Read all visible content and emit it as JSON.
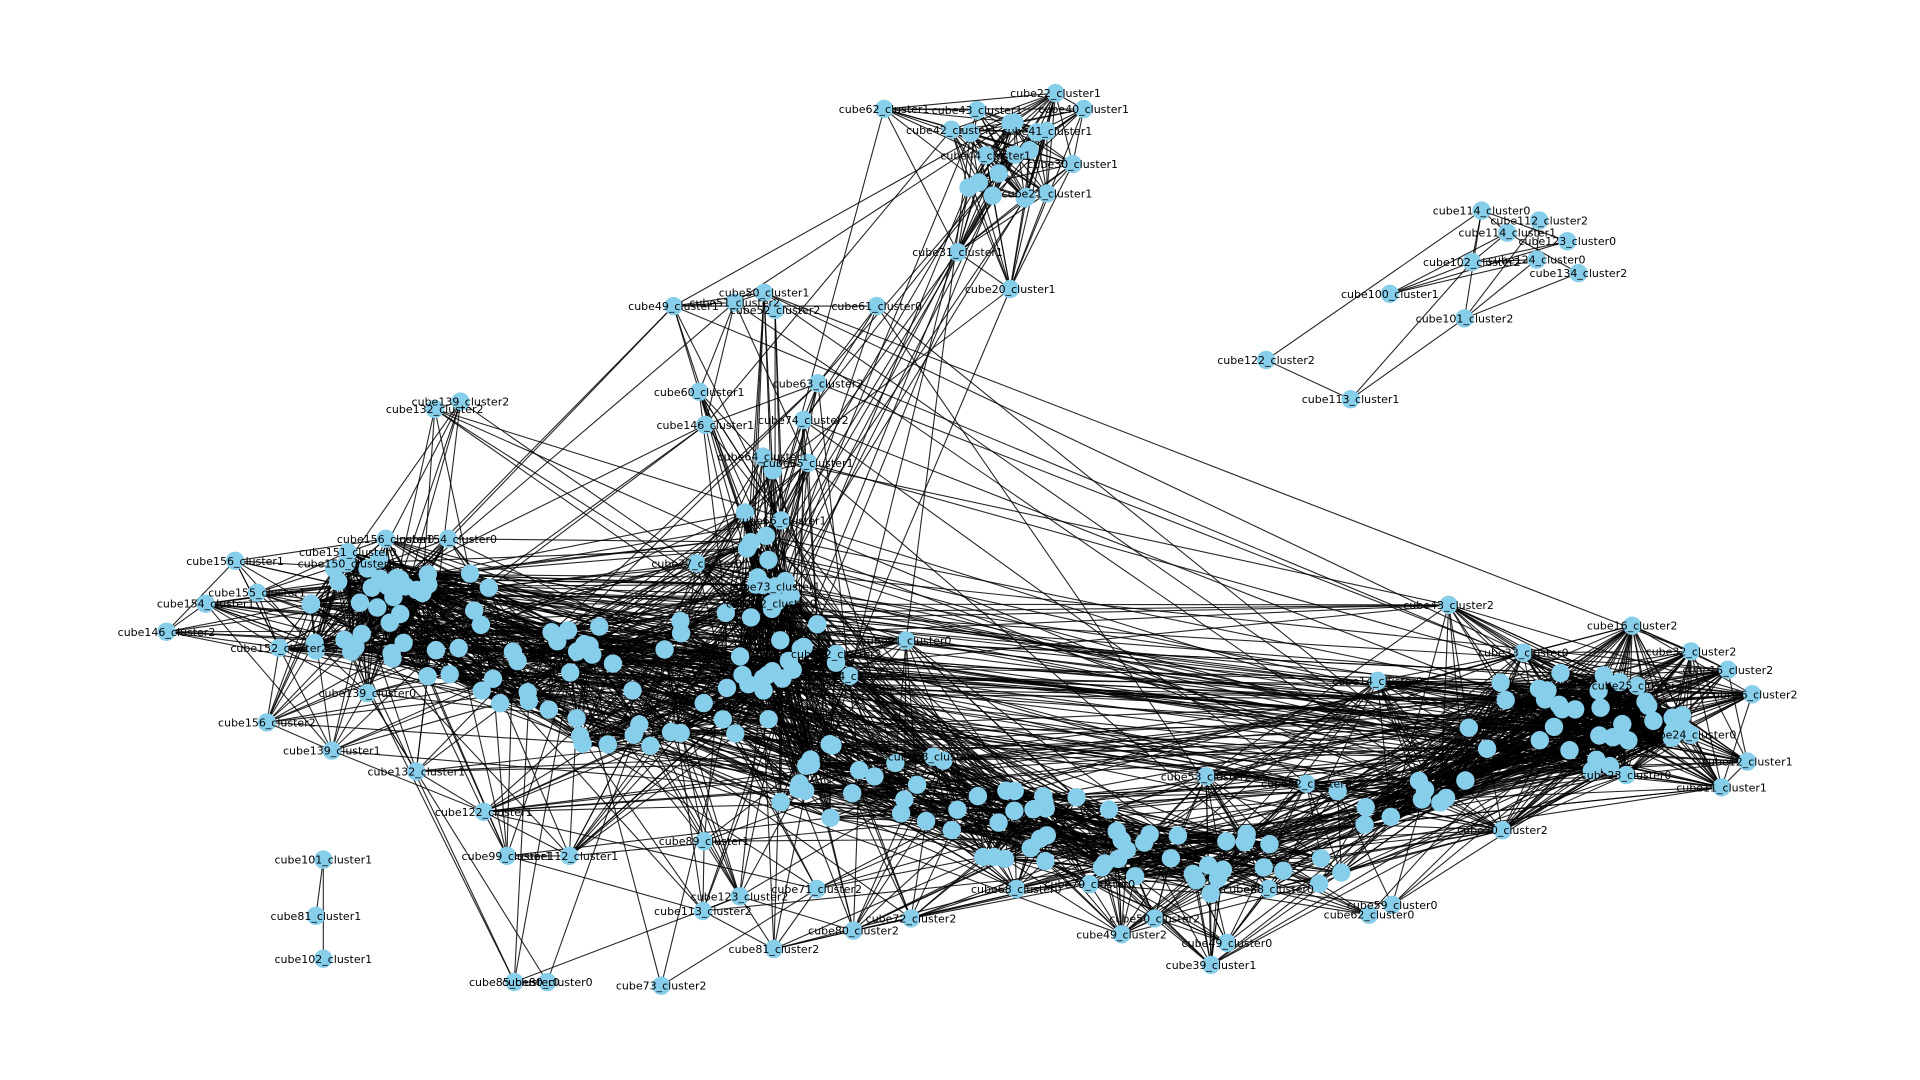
{
  "colors": {
    "node": "#87ceeb",
    "edge": "#000000",
    "background": "#ffffff"
  },
  "graph": {
    "nodes": [
      {
        "id": "cube62_cluster1",
        "label": "cube62_cluster1"
      },
      {
        "id": "cube22_cluster1",
        "label": "cube22_cluster1"
      },
      {
        "id": "cube43_cluster1",
        "label": "cube43_cluster1"
      },
      {
        "id": "cube42_cluster1",
        "label": "cube42_cluster1"
      },
      {
        "id": "cube40_cluster1",
        "label": "cube40_cluster1"
      },
      {
        "id": "cube41_cluster1",
        "label": "cube41_cluster1"
      },
      {
        "id": "cube44_cluster1",
        "label": "cube44_cluster1"
      },
      {
        "id": "cube30_cluster1",
        "label": "cube30_cluster1"
      },
      {
        "id": "cube21_cluster1",
        "label": "cube21_cluster1"
      },
      {
        "id": "cube31_cluster1",
        "label": "cube31_cluster1"
      },
      {
        "id": "cube20_cluster1",
        "label": "cube20_cluster1"
      },
      {
        "id": "cube50_cluster1",
        "label": "cube50_cluster1"
      },
      {
        "id": "cube51_cluster2",
        "label": "cube51_cluster2"
      },
      {
        "id": "cube49_cluster1",
        "label": "cube49_cluster1"
      },
      {
        "id": "cube52_cluster2",
        "label": "cube52_cluster2"
      },
      {
        "id": "cube61_cluster0",
        "label": "cube61_cluster0"
      },
      {
        "id": "cube60_cluster1",
        "label": "cube60_cluster1"
      },
      {
        "id": "cube63_cluster2",
        "label": "cube63_cluster2"
      },
      {
        "id": "cube146_cluster1",
        "label": "cube146_cluster1"
      },
      {
        "id": "cube74_cluster2",
        "label": "cube74_cluster2"
      },
      {
        "id": "cube64_cluster1",
        "label": "cube64_cluster1"
      },
      {
        "id": "cube65_cluster1",
        "label": "cube65_cluster1"
      },
      {
        "id": "cube66_cluster1",
        "label": "cube66_cluster1"
      },
      {
        "id": "cube132_cluster2",
        "label": "cube132_cluster2"
      },
      {
        "id": "cube139_cluster2",
        "label": "cube139_cluster2"
      },
      {
        "id": "cube156_cluster0",
        "label": "cube156_cluster0"
      },
      {
        "id": "cube154_cluster0",
        "label": "cube154_cluster0"
      },
      {
        "id": "cube156_cluster1",
        "label": "cube156_cluster1"
      },
      {
        "id": "cube151_cluster0",
        "label": "cube151_cluster0"
      },
      {
        "id": "cube150_cluster0",
        "label": "cube150_cluster0"
      },
      {
        "id": "cube155_cluster1",
        "label": "cube155_cluster1"
      },
      {
        "id": "cube154_cluster1",
        "label": "cube154_cluster1"
      },
      {
        "id": "cube146_cluster2",
        "label": "cube146_cluster2"
      },
      {
        "id": "cube152_cluster2",
        "label": "cube152_cluster2"
      },
      {
        "id": "cube139_cluster0",
        "label": "cube139_cluster0"
      },
      {
        "id": "cube156_cluster2",
        "label": "cube156_cluster2"
      },
      {
        "id": "cube139_cluster1",
        "label": "cube139_cluster1"
      },
      {
        "id": "cube132_cluster1",
        "label": "cube132_cluster1"
      },
      {
        "id": "cube122_cluster1",
        "label": "cube122_cluster1"
      },
      {
        "id": "cube99_cluster1",
        "label": "cube99_cluster1"
      },
      {
        "id": "cube112_cluster1",
        "label": "cube112_cluster1"
      },
      {
        "id": "cube77_cluster0",
        "label": "cube77_cluster0"
      },
      {
        "id": "cube73_cluster1",
        "label": "cube73_cluster1"
      },
      {
        "id": "cube72_cluster0",
        "label": "cube72_cluster0"
      },
      {
        "id": "cube82_cluster2",
        "label": "cube82_cluster2"
      },
      {
        "id": "cube84_cluster1",
        "label": "cube84_cluster1"
      },
      {
        "id": "cube91_cluster0",
        "label": "cube91_cluster0"
      },
      {
        "id": "cube89_cluster1",
        "label": "cube89_cluster1"
      },
      {
        "id": "cube123_cluster2",
        "label": "cube123_cluster2"
      },
      {
        "id": "cube113_cluster2",
        "label": "cube113_cluster2"
      },
      {
        "id": "cube81_cluster2",
        "label": "cube81_cluster2"
      },
      {
        "id": "cube73_cluster2",
        "label": "cube73_cluster2"
      },
      {
        "id": "cube80_cluster2",
        "label": "cube80_cluster2"
      },
      {
        "id": "cube71_cluster2",
        "label": "cube71_cluster2"
      },
      {
        "id": "cube72_cluster2",
        "label": "cube72_cluster2"
      },
      {
        "id": "cube101_cluster1",
        "label": "cube101_cluster1"
      },
      {
        "id": "cube81_cluster1",
        "label": "cube81_cluster1"
      },
      {
        "id": "cube102_cluster1",
        "label": "cube102_cluster1"
      },
      {
        "id": "cube85_cluster0",
        "label": "cube85_cluster0"
      },
      {
        "id": "cube80_cluster0",
        "label": "cube80_cluster0"
      },
      {
        "id": "cube114_cluster0",
        "label": "cube114_cluster0"
      },
      {
        "id": "cube112_cluster2",
        "label": "cube112_cluster2"
      },
      {
        "id": "cube114_cluster1",
        "label": "cube114_cluster1"
      },
      {
        "id": "cube123_cluster0",
        "label": "cube123_cluster0"
      },
      {
        "id": "cube102_cluster2",
        "label": "cube102_cluster2"
      },
      {
        "id": "cube124_cluster0",
        "label": "cube124_cluster0"
      },
      {
        "id": "cube134_cluster2",
        "label": "cube134_cluster2"
      },
      {
        "id": "cube100_cluster1",
        "label": "cube100_cluster1"
      },
      {
        "id": "cube101_cluster2",
        "label": "cube101_cluster2"
      },
      {
        "id": "cube122_cluster2",
        "label": "cube122_cluster2"
      },
      {
        "id": "cube113_cluster1",
        "label": "cube113_cluster1"
      },
      {
        "id": "cube43_cluster2",
        "label": "cube43_cluster2"
      },
      {
        "id": "cube16_cluster2",
        "label": "cube16_cluster2"
      },
      {
        "id": "cube33_cluster0",
        "label": "cube33_cluster0"
      },
      {
        "id": "cube32_cluster2",
        "label": "cube32_cluster2"
      },
      {
        "id": "cube15_cluster2",
        "label": "cube15_cluster2"
      },
      {
        "id": "cube14_cluster0",
        "label": "cube14_cluster0"
      },
      {
        "id": "cube26_cluster2",
        "label": "cube26_cluster2"
      },
      {
        "id": "cube25_cluster2",
        "label": "cube25_cluster2"
      },
      {
        "id": "cube24_cluster0",
        "label": "cube24_cluster0"
      },
      {
        "id": "cube12_cluster1",
        "label": "cube12_cluster1"
      },
      {
        "id": "cube11_cluster1",
        "label": "cube11_cluster1"
      },
      {
        "id": "cube23_cluster0",
        "label": "cube23_cluster0"
      },
      {
        "id": "cube30_cluster2",
        "label": "cube30_cluster2"
      },
      {
        "id": "cube63_cluster0",
        "label": "cube63_cluster0"
      },
      {
        "id": "cube53_cluster2",
        "label": "cube53_cluster2"
      },
      {
        "id": "cube52_cluster0",
        "label": "cube52_cluster0"
      },
      {
        "id": "cube49_cluster2",
        "label": "cube49_cluster2"
      },
      {
        "id": "cube50_cluster2",
        "label": "cube50_cluster2"
      },
      {
        "id": "cube49_cluster0",
        "label": "cube49_cluster0"
      },
      {
        "id": "cube39_cluster1",
        "label": "cube39_cluster1"
      },
      {
        "id": "cube62_cluster0",
        "label": "cube62_cluster0"
      },
      {
        "id": "cube59_cluster0",
        "label": "cube59_cluster0"
      },
      {
        "id": "cube88_cluster0",
        "label": "cube88_cluster0"
      },
      {
        "id": "cube79_cluster0",
        "label": "cube79_cluster0"
      },
      {
        "id": "cube68_cluster0",
        "label": "cube68_cluster0"
      }
    ],
    "dense_core_hidden_labels_note": ""
  }
}
